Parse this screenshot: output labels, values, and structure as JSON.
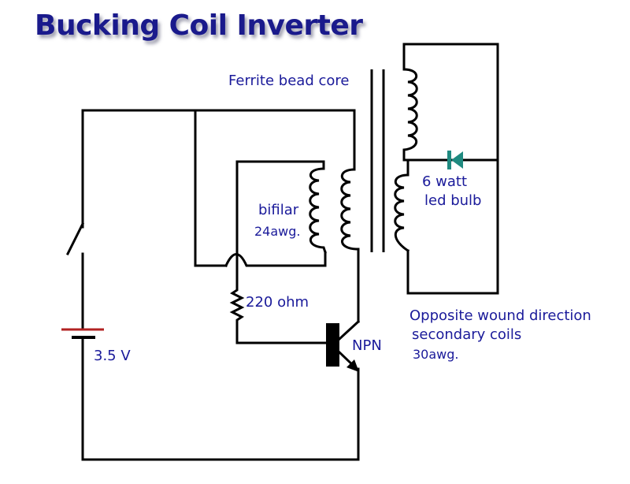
{
  "title": "Bucking Coil Inverter",
  "labels": {
    "ferrite_core": "Ferrite bead core",
    "bifilar_line1": "bifilar",
    "bifilar_line2": "24awg.",
    "led_line1": "6 watt",
    "led_line2": "led bulb",
    "resistor": "220 ohm",
    "transistor": "NPN",
    "battery": "3.5 V",
    "secondary_line1": "Opposite wound direction",
    "secondary_line2": "secondary coils",
    "secondary_line3": "30awg."
  },
  "components": {
    "battery_voltage": "3.5 V",
    "resistor_value": "220 ohm",
    "transistor_type": "NPN",
    "primary_coil": "bifilar 24awg.",
    "secondary_coils": "30awg., opposite wound direction",
    "load": "6 watt led bulb",
    "core": "Ferrite bead core"
  },
  "colors": {
    "label_text": "#1a1a9a",
    "title_text": "#1a1a8c",
    "wire": "#000000",
    "led": "#1f8a80",
    "battery_plus": "#b22222"
  }
}
